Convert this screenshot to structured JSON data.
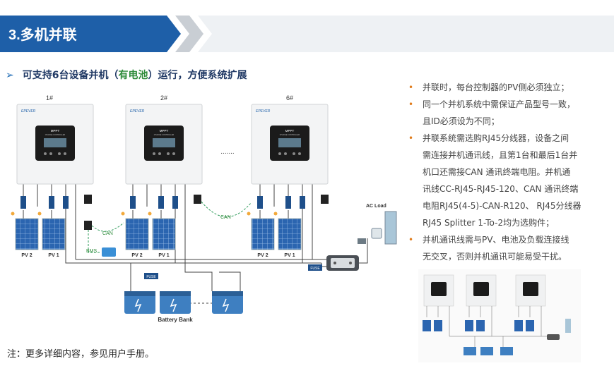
{
  "header": {
    "title": "3.多机并联"
  },
  "subtitle": {
    "marker": "➢",
    "before": "可支持6台设备并机（",
    "highlight": "有电池",
    "after": "）运行，方便系统扩展"
  },
  "units": [
    {
      "id": "1#",
      "model": "MPPT",
      "sub": "CHARGE CONTROLLER"
    },
    {
      "id": "2#",
      "model": "MPPT",
      "sub": "CHARGE CONTROLLER"
    },
    {
      "id": "6#",
      "model": "MPPT",
      "sub": "CHARGE CONTROLLER"
    }
  ],
  "brand": "EPEVER",
  "ellipsis": ".......",
  "labels": {
    "pv1": "PV 1",
    "pv2": "PV 2",
    "can": "CAN",
    "bms": "BMS",
    "fuse": "FUSE",
    "ac_load": "AC Load",
    "battery_bank": "Battery Bank"
  },
  "bullets": [
    "并联时，每台控制器的PV侧必须独立；",
    "同一个并机系统中需保证产品型号一致，且ID必须设为不同；",
    "并联系统需选购RJ45分线器，设备之间需连接并机通讯线，且第1台和最后1台并机口还需接CAN 通讯终端电阻。并机通讯线CC-RJ45-RJ45-120、CAN 通讯终端电阻RJ45(4-5)-CAN-R120、 RJ45分线器RJ45 Splitter 1-To-2均为选购件；",
    "并机通讯线需与PV、电池及负载连接线无交叉，否则并机通讯可能易受干扰。"
  ],
  "bullet_lines": [
    [
      "并联时，每台控制器的PV侧必须独立；"
    ],
    [
      "同一个并机系统中需保证产品型号一致，",
      "且ID必须设为不同；"
    ],
    [
      "并联系统需选购RJ45分线器，设备之间",
      "需连接并机通讯线，且第1台和最后1台并",
      "机口还需接CAN 通讯终端电阻。并机通",
      "讯线CC-RJ45-RJ45-120、CAN 通讯终端",
      "电阻RJ45(4-5)-CAN-R120、 RJ45分线器",
      "RJ45 Splitter 1-To-2均为选购件；"
    ],
    [
      "并机通讯线需与PV、电池及负载连接线",
      "无交叉，否则并机通讯可能易受干扰。"
    ]
  ],
  "footnote": "注：更多详细内容，参见用户手册。",
  "colors": {
    "header_blue": "#1e5fa8",
    "accent_orange": "#e07b1a",
    "green": "#2e8b3a",
    "panel_blue": "#2b65b0",
    "battery_blue": "#3e7fc1"
  }
}
